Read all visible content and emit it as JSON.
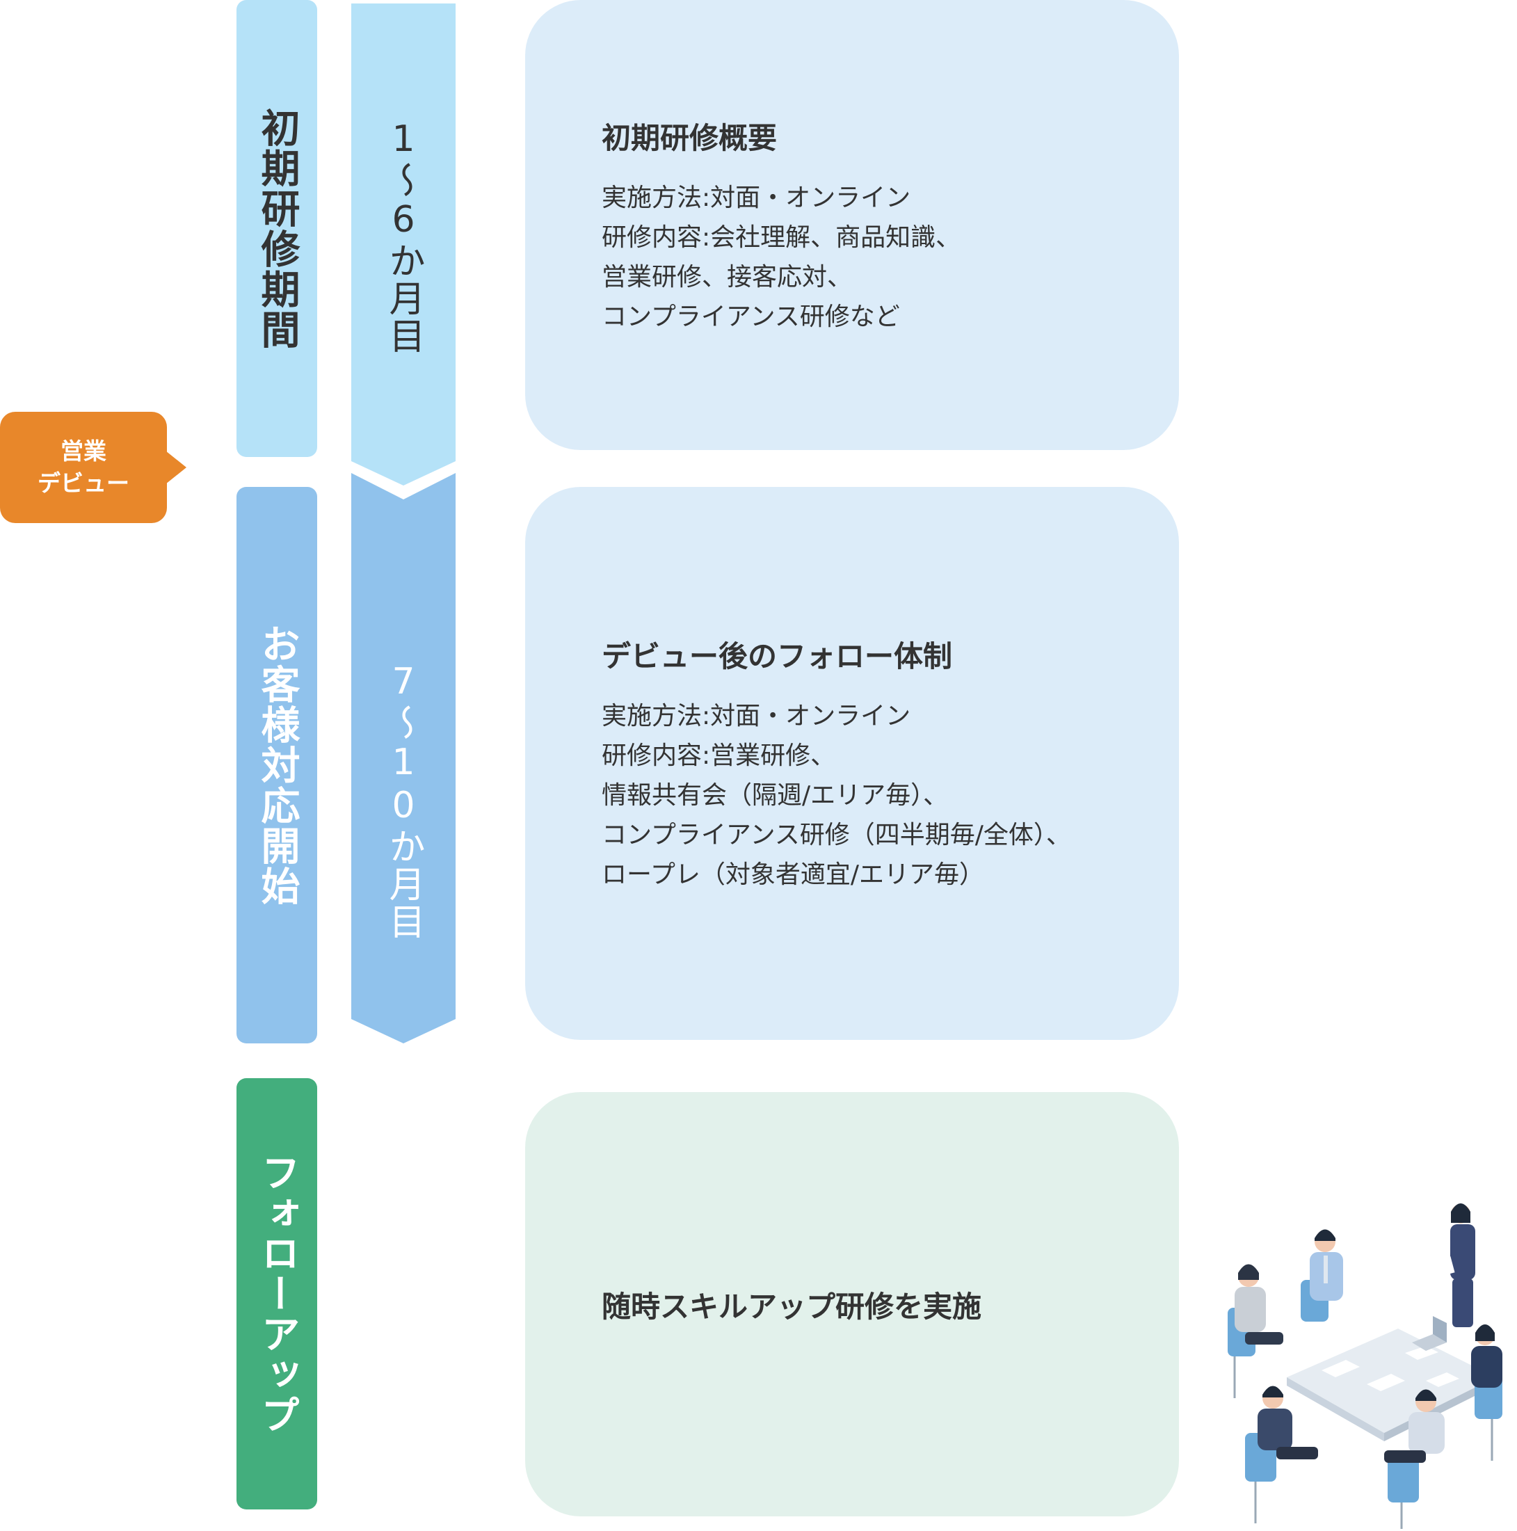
{
  "phases": [
    {
      "label": "初期研修期間",
      "color": "#b5e2f8"
    },
    {
      "label": "お客様対応開始",
      "color": "#90c2ec"
    },
    {
      "label": "フォローアップ",
      "color": "#43ae7d"
    }
  ],
  "periods": [
    {
      "label": "1～6か月目",
      "color": "#b5e2f8"
    },
    {
      "label": "7～10か月目",
      "color": "#90c2ec"
    }
  ],
  "debut_badge": {
    "line1": "営業",
    "line2": "デビュー",
    "color": "#e8872a"
  },
  "cards": [
    {
      "title": "初期研修概要",
      "lines": [
        "実施方法:対面・オンライン",
        "研修内容:会社理解、商品知識、",
        "営業研修、接客応対、",
        "コンプライアンス研修など"
      ]
    },
    {
      "title": "デビュー後のフォロー体制",
      "lines": [
        "実施方法:対面・オンライン",
        "研修内容:営業研修、",
        "情報共有会（隔週/エリア毎）、",
        "コンプライアンス研修（四半期毎/全体）、",
        "ロープレ（対象者適宜/エリア毎）"
      ]
    },
    {
      "title": "随時スキルアップ研修を実施"
    }
  ],
  "illustration": {
    "icon": "meeting-people-icon"
  }
}
